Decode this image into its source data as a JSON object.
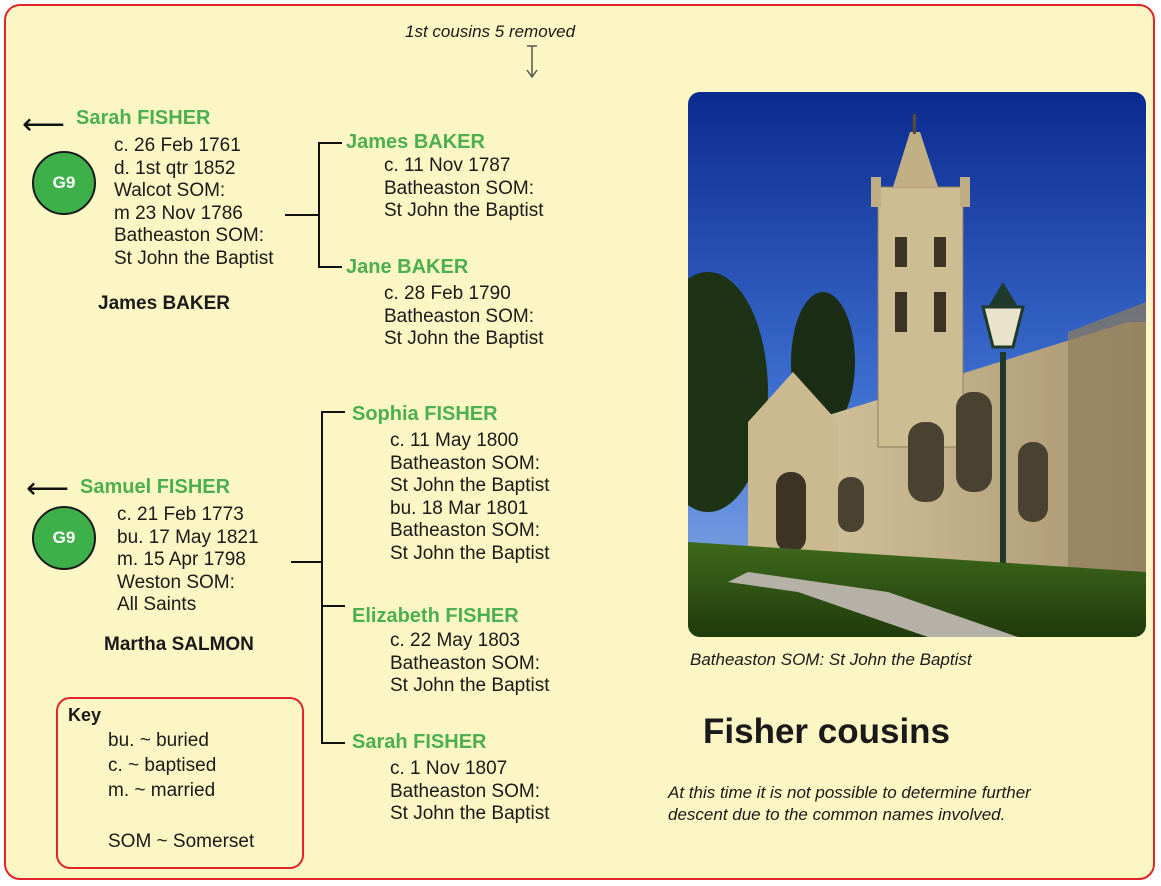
{
  "header_note": "1st cousins 5 removed",
  "family1": {
    "parent": {
      "name": "Sarah FISHER",
      "badge": "G9",
      "details": [
        "c. 26 Feb 1761",
        "d. 1st qtr 1852",
        "Walcot SOM:",
        "m 23 Nov 1786",
        "Batheaston SOM:",
        "St John the Baptist"
      ],
      "spouse": "James BAKER"
    },
    "children": [
      {
        "name": "James BAKER",
        "details": [
          "c. 11 Nov 1787",
          "Batheaston SOM:",
          "St John the Baptist"
        ]
      },
      {
        "name": "Jane BAKER",
        "details": [
          "c. 28 Feb 1790",
          "Batheaston SOM:",
          "St John the Baptist"
        ]
      }
    ]
  },
  "family2": {
    "parent": {
      "name": "Samuel FISHER",
      "badge": "G9",
      "details": [
        "c. 21 Feb 1773",
        "bu. 17 May 1821",
        "m. 15 Apr 1798",
        "Weston SOM:",
        "All Saints"
      ],
      "spouse": "Martha SALMON"
    },
    "children": [
      {
        "name": "Sophia FISHER",
        "details": [
          "c. 11 May 1800",
          "Batheaston SOM:",
          "St John the Baptist",
          "bu. 18 Mar 1801",
          "Batheaston SOM:",
          "St John the Baptist"
        ]
      },
      {
        "name": "Elizabeth FISHER",
        "details": [
          "c. 22 May 1803",
          "Batheaston SOM:",
          "St John the Baptist"
        ]
      },
      {
        "name": "Sarah FISHER",
        "details": [
          "c. 1 Nov 1807",
          "Batheaston SOM:",
          "St John the Baptist"
        ]
      }
    ]
  },
  "key": {
    "title": "Key",
    "items": [
      "bu. ~ buried",
      "c. ~ baptised",
      "m. ~ married",
      "SOM ~ Somerset"
    ]
  },
  "photo_caption": "Batheaston SOM: St John the Baptist",
  "page_title": "Fisher cousins",
  "footnote": [
    "At this time it is not possible to determine further",
    "descent due to the common names involved."
  ],
  "colors": {
    "name_green": "#4caf50",
    "badge_green": "#3eb049",
    "border_red": "#e0242a",
    "background": "#fcf6c4"
  }
}
